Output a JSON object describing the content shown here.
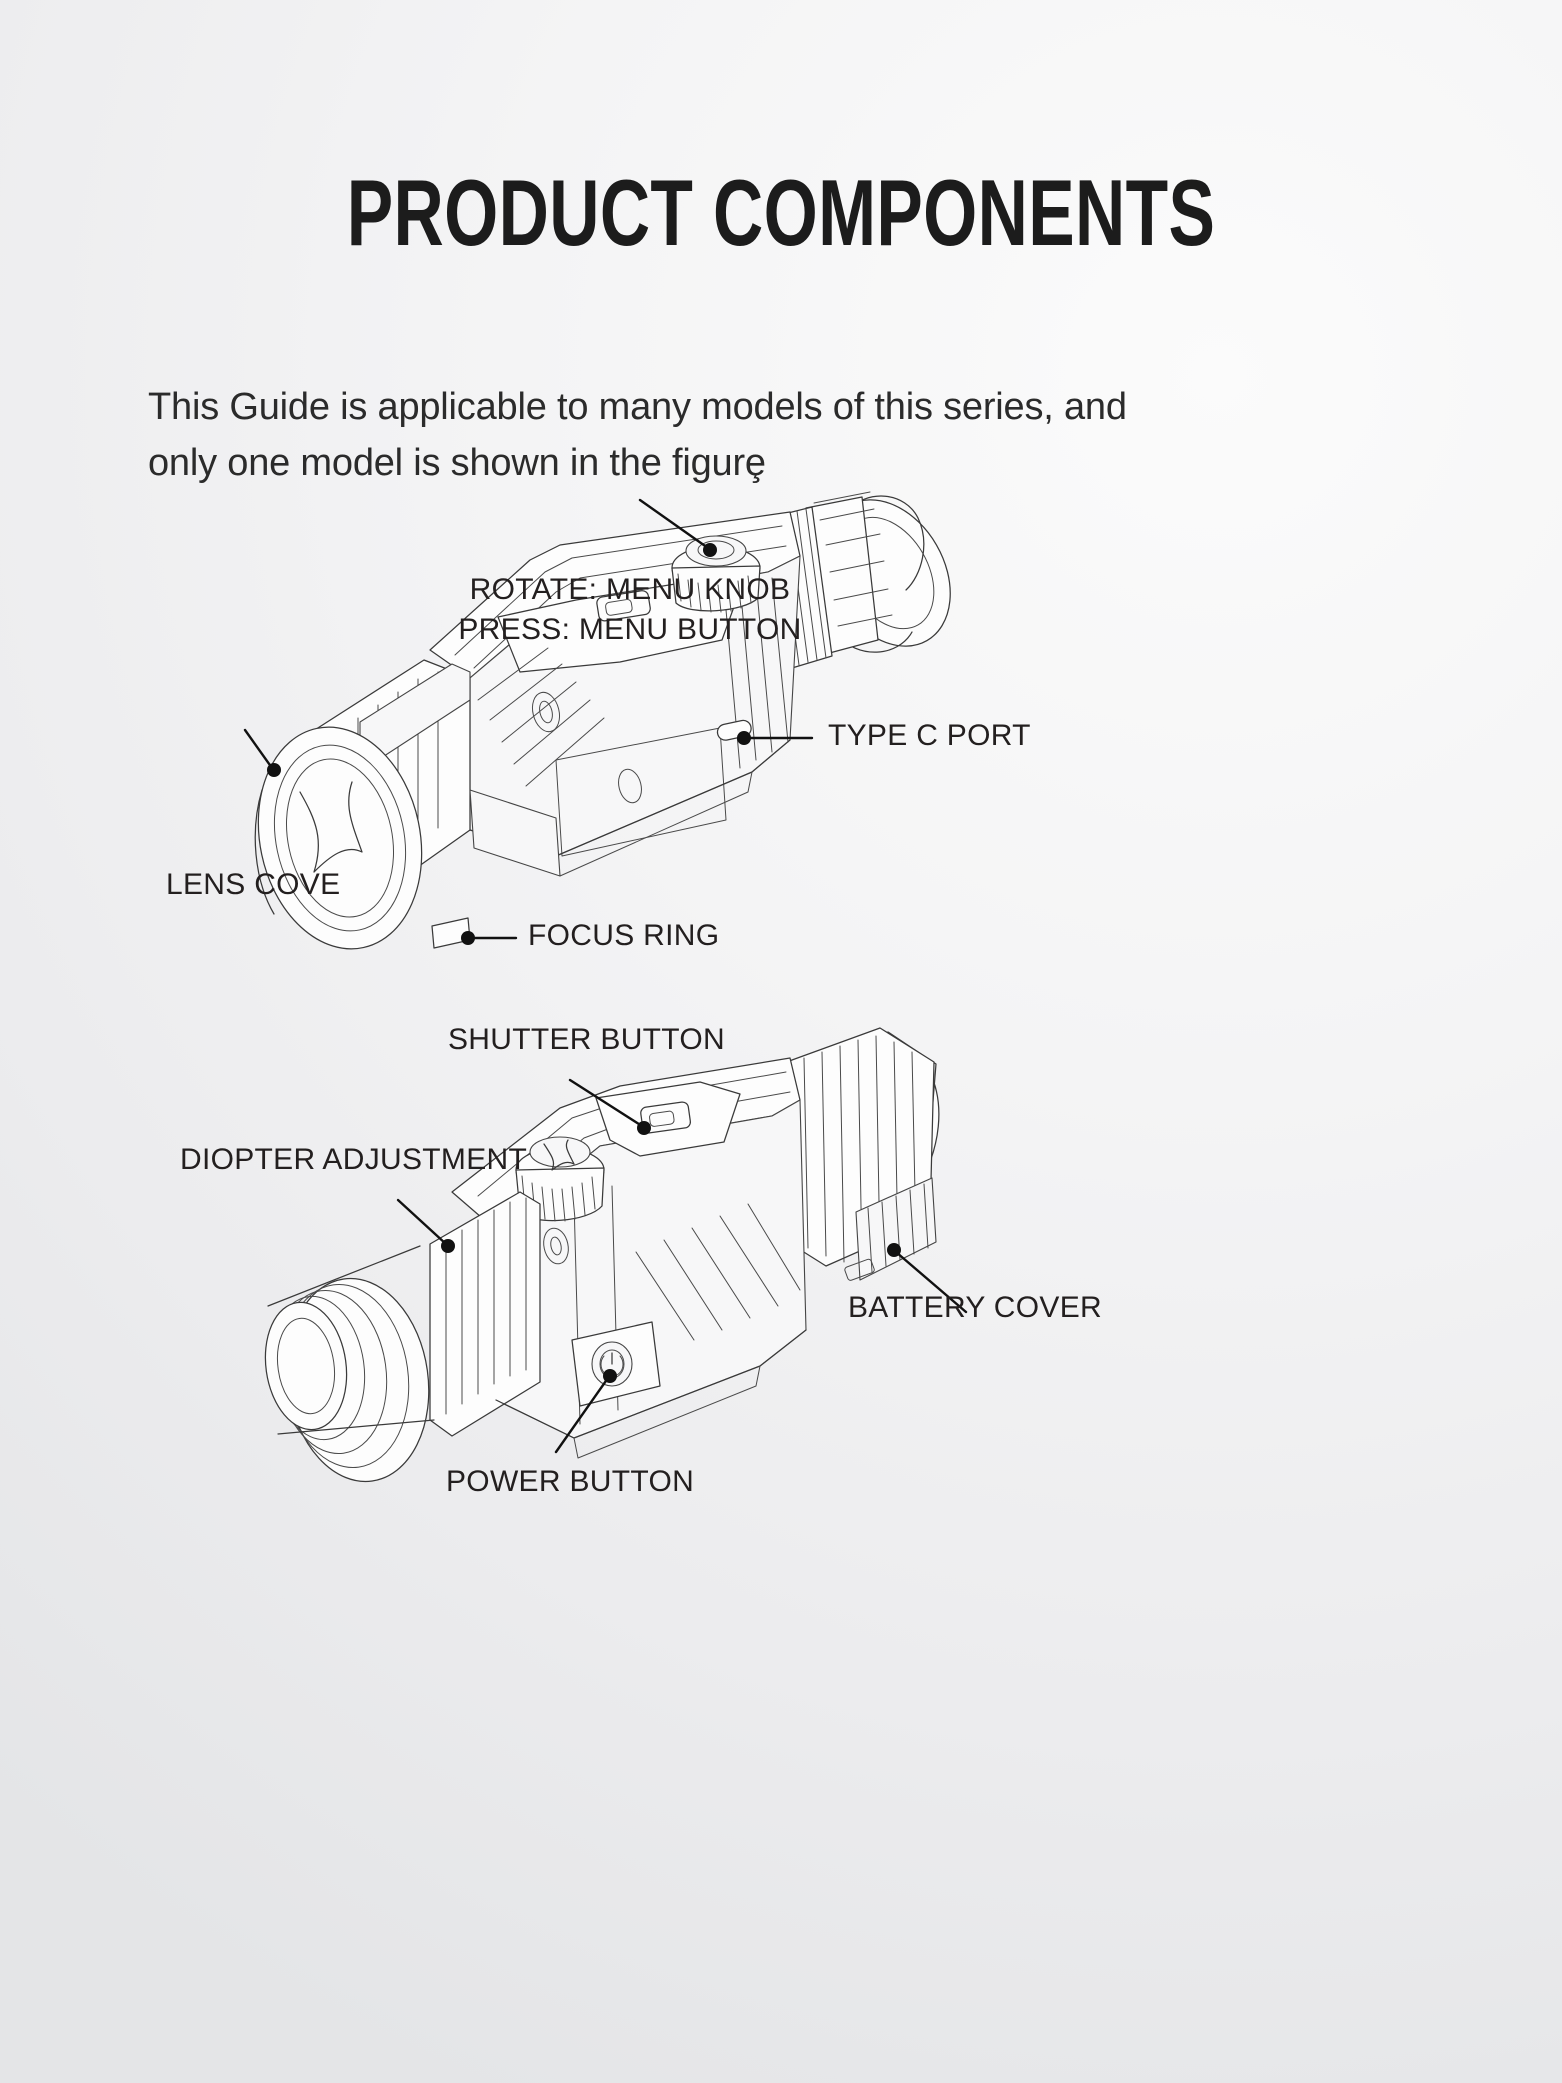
{
  "header": {
    "title": "PRODUCT COMPONENTS",
    "subtitle_line1": "This Guide is applicable to many models of this series, and",
    "subtitle_line2": "only one model is shown in the figurȩ"
  },
  "diagrams": [
    {
      "name": "upper-device-view",
      "callouts": [
        {
          "id": "menu-knob",
          "line1": "ROTATE: MENU KNOB",
          "line2": "PRESS: MENU BUTTON"
        },
        {
          "id": "lens-cove",
          "line1": "LENS COVE"
        },
        {
          "id": "type-c-port",
          "line1": "TYPE C PORT"
        },
        {
          "id": "focus-ring",
          "line1": "FOCUS RING"
        }
      ]
    },
    {
      "name": "lower-device-view",
      "callouts": [
        {
          "id": "shutter-button",
          "line1": "SHUTTER BUTTON"
        },
        {
          "id": "diopter-adjustment",
          "line1": "DIOPTER ADJUSTMENT"
        },
        {
          "id": "battery-cover",
          "line1": "BATTERY COVER"
        },
        {
          "id": "power-button",
          "line1": "POWER BUTTON"
        }
      ]
    }
  ],
  "colors": {
    "ink": "#1c1c1c",
    "label": "#231f1f",
    "line_art": "#3a3a3a",
    "leader": "#111111",
    "background_light": "#fbfbfb",
    "background_dark": "#e4e5e7"
  }
}
